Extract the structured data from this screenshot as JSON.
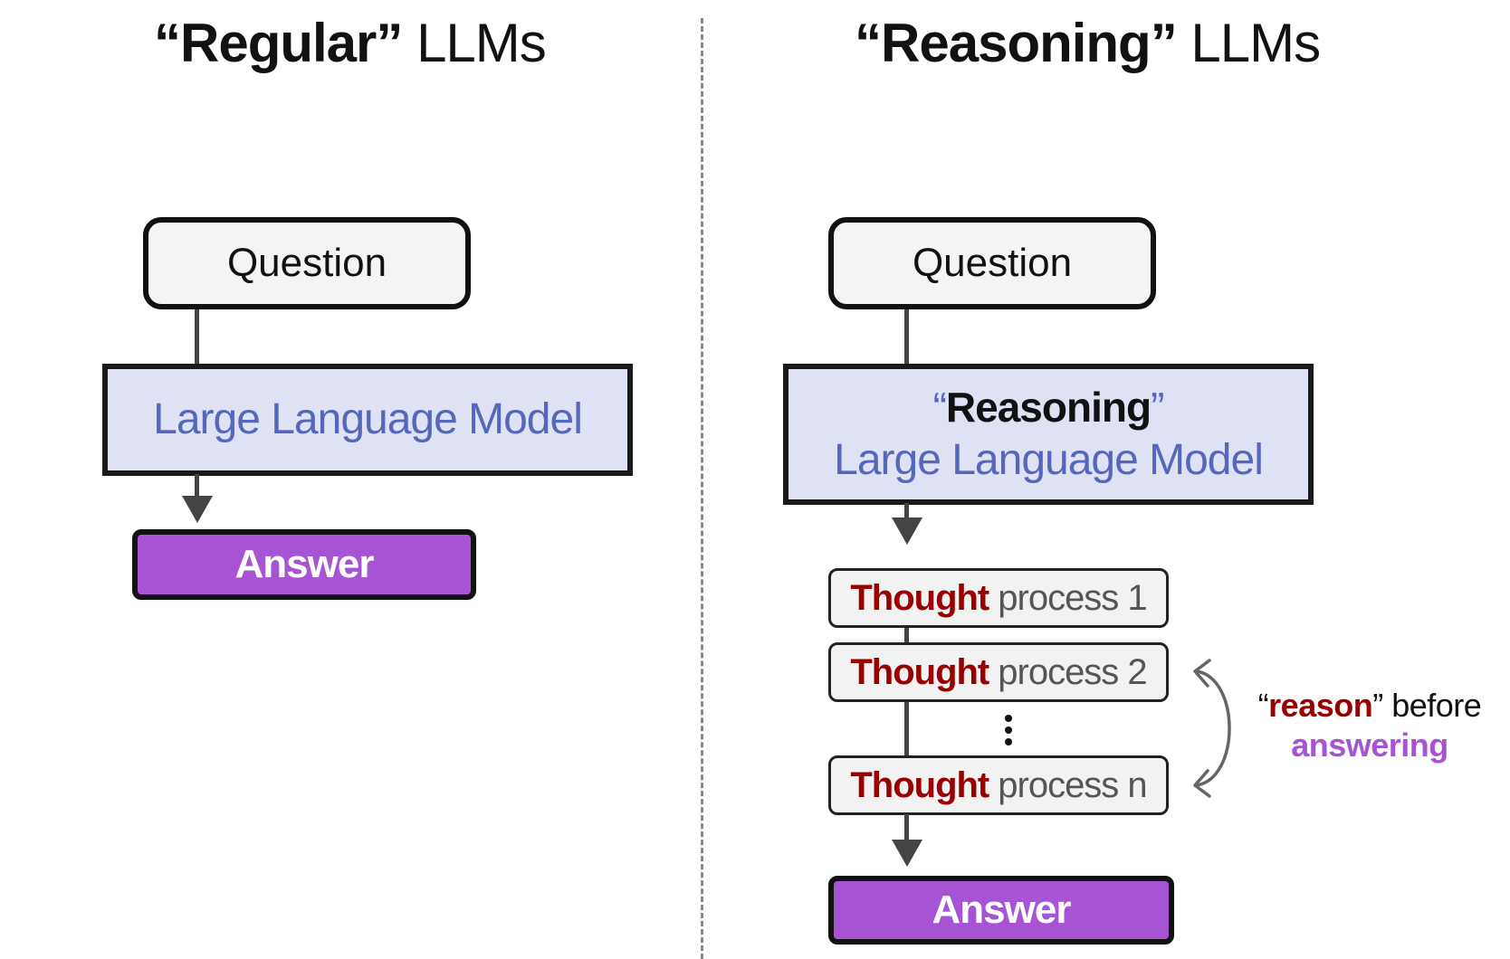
{
  "left": {
    "title_quoted": "“Regular”",
    "title_rest": "LLMs",
    "question": "Question",
    "model": "Large Language Model",
    "answer": "Answer"
  },
  "right": {
    "title_quoted": "“Reasoning”",
    "title_rest": "LLMs",
    "question": "Question",
    "model_open_quote": "“",
    "model_reasoning": "Reasoning",
    "model_close_quote": "”",
    "model": "Large Language Model",
    "thoughts": [
      {
        "bold": "Thought",
        "rest": "process 1"
      },
      {
        "bold": "Thought",
        "rest": "process 2"
      },
      {
        "bold": "Thought",
        "rest": "process n"
      }
    ],
    "answer": "Answer",
    "note": {
      "open_quote": "“",
      "reason": "reason",
      "close_rest": "” before",
      "answering": "answering"
    }
  },
  "colors": {
    "model_fill": "#dee2f4",
    "model_text": "#5566bb",
    "answer_fill": "#a654d4",
    "thought_word": "#990000",
    "connector": "#444444"
  },
  "icons": {
    "loop_arrow": "curved-double-arrow-icon",
    "ellipsis": "vertical-ellipsis-icon"
  }
}
